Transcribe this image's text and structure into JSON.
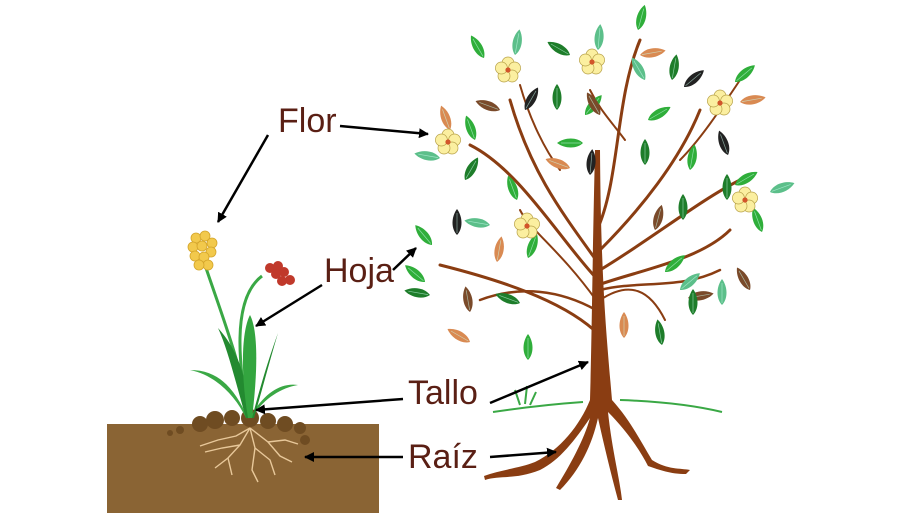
{
  "diagram": {
    "language": "es",
    "labels": {
      "flor": "Flor",
      "hoja": "Hoja",
      "tallo": "Tallo",
      "raiz": "Raíz"
    },
    "colors": {
      "label_text": "#5a1f14",
      "soil": "#8a6434",
      "trunk": "#8a3d12",
      "leaf_green": "#2fae3a",
      "leaf_dark": "#1e7d2a",
      "leaf_teal": "#5cbf8a",
      "leaf_orange": "#d98a52",
      "leaf_brown": "#7a4a2a",
      "leaf_black": "#222222",
      "flower_petal": "#fbefa0",
      "flower_center": "#d2552a",
      "plant_flower_yellow": "#f2c94c",
      "plant_flower_red": "#c0392b",
      "grass": "#3aa845",
      "arrow": "#000000"
    },
    "objects": [
      "small-plant-in-soil",
      "tree"
    ]
  }
}
